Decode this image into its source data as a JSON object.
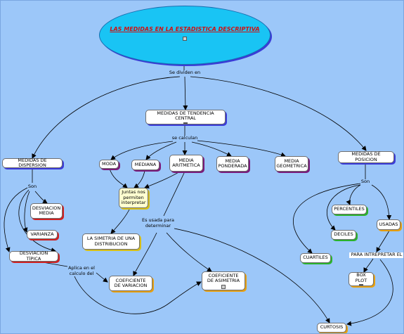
{
  "title": "LAS MEDIDAS EN LA ESTADISTICA DESCRIPTIVA",
  "links": {
    "se_dividen_en": "Se dividen en",
    "se_calculan": "se calculan",
    "son_left": "Son",
    "son_right": "Son",
    "es_usada_para_determinar": "Es usada para determinar",
    "aplica_en_el_calculo_del": "Aplica en el calculo del",
    "para_interpretar_el": "PARA INTREPRETAR EL"
  },
  "nodes": {
    "tendencia_central": "MEDIDAS DE TENDENCIA CENTRAL",
    "dispersion": "MEDIDAS DE DISPERSION",
    "posicion": "MEDIDAS DE POSICION",
    "moda": "MODA",
    "mediana": "MEDIANA",
    "media_aritmetica": "MEDIA ARITMETICA",
    "media_ponderada": "MEDIA PONDERADA",
    "media_geometrica": "MEDIA GEOMETRICA",
    "juntas_nos_permiten_interpretar": "Juntas nos permiten interpretar",
    "simetria": "LA SIMETRIA DE UNA DISTRIBUCION",
    "desviacion_media": "DESVIACION MEDIA",
    "varianza": "VARIANZA",
    "desviacion_tipica": "DESVIACION TÍPICA",
    "coef_variacion": "COEFICIENTE DE VARIACION",
    "coef_asimetria": "COEFICIENTE DE ASIMETRIA",
    "percentiles": "PERCENTILES",
    "deciles": "DECILES",
    "cuartiles": "CUARTILES",
    "usadas": "USADAS",
    "box_plot": "BOX PLOT",
    "curtosis": "CURTOSIS"
  },
  "colors": {
    "background": "#9cc7f9",
    "title_fill": "#19c4f4",
    "title_text": "#d01010"
  }
}
